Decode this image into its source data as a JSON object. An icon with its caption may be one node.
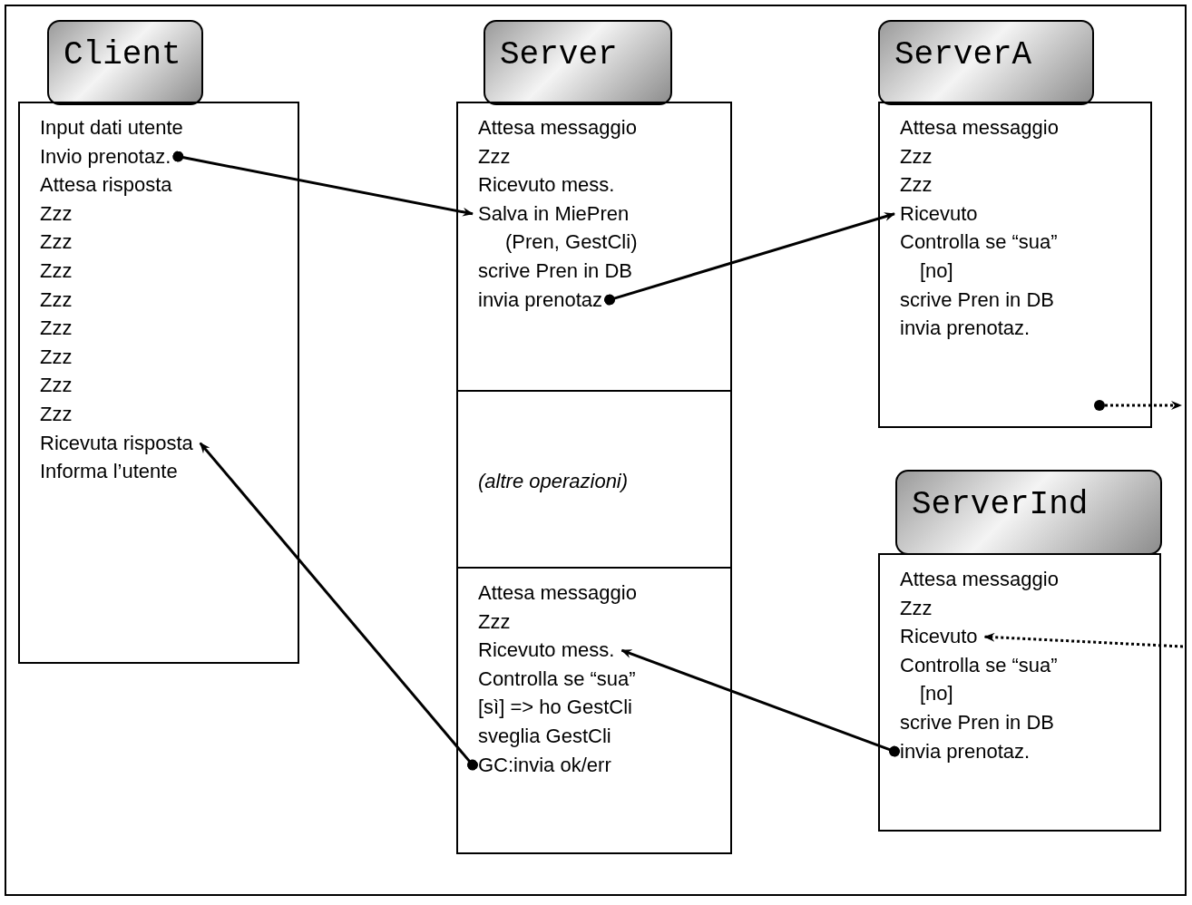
{
  "diagram": {
    "nodes": [
      {
        "text": [
          "Client"
        ]
      },
      {
        "text": [
          "Input dati utente",
          "Invio prenotaz.",
          "Attesa risposta",
          "Zzz",
          "Zzz",
          "Zzz",
          "Zzz",
          "Zzz",
          "Zzz",
          "Zzz",
          "Zzz",
          "Ricevuta risposta",
          "Informa l’utente"
        ]
      },
      {
        "text": [
          "Server"
        ]
      },
      {
        "text": [
          "Attesa messaggio",
          "Zzz",
          "Ricevuto mess.",
          "Salva in MiePren",
          "(Pren, GestCli)",
          "scrive Pren in DB",
          "invia prenotaz"
        ]
      },
      {
        "text": [
          "(altre operazioni)"
        ]
      },
      {
        "text": [
          "Attesa messaggio",
          "Zzz",
          "Ricevuto mess.",
          "Controlla se “sua”",
          "[sì] => ho GestCli",
          "sveglia GestCli",
          "GC:invia ok/err"
        ]
      },
      {
        "text": [
          "ServerA"
        ]
      },
      {
        "text": [
          "Attesa messaggio",
          "Zzz",
          "Zzz",
          "Ricevuto",
          "Controlla se “sua”",
          "[no]",
          "scrive Pren in DB",
          "invia prenotaz."
        ]
      },
      {
        "text": [
          "ServerInd"
        ]
      },
      {
        "text": [
          "Attesa messaggio",
          "Zzz",
          "Ricevuto",
          "Controlla se “sua”",
          "[no]",
          "scrive Pren in DB",
          "invia prenotaz."
        ]
      }
    ],
    "edges": [
      {
        "from": 1,
        "to": 3,
        "arrow": "to"
      },
      {
        "from": 3,
        "to": 7,
        "arrow": "to"
      },
      {
        "from": 7,
        "to": null,
        "arrow": "to",
        "style": "dashed"
      },
      {
        "from": null,
        "to": 9,
        "arrow": "to",
        "style": "dashed"
      },
      {
        "from": 9,
        "to": 5,
        "arrow": "to"
      },
      {
        "from": 5,
        "to": 1,
        "arrow": "to"
      }
    ]
  }
}
